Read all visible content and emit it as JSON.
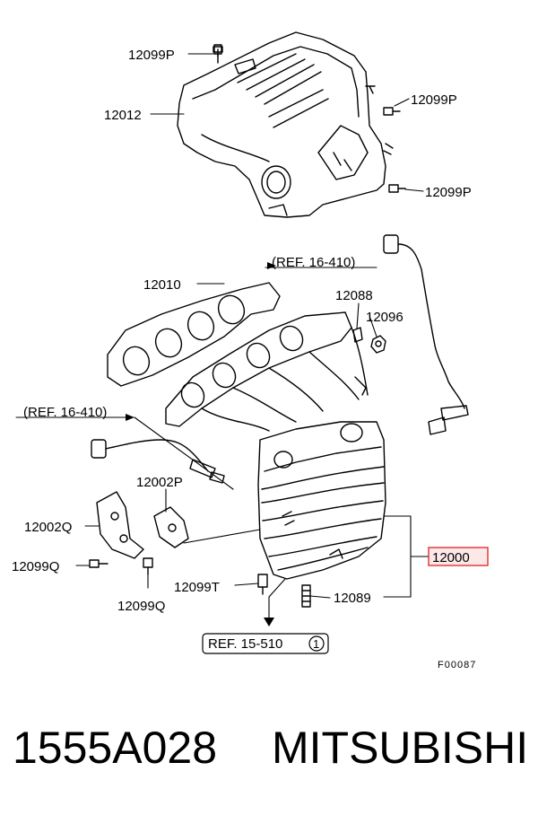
{
  "callouts": {
    "c12099p_a": "12099P",
    "c12012": "12012",
    "c12099p_b": "12099P",
    "c12099p_c": "12099P",
    "ref_top": "(REF. 16-410)",
    "c12010": "12010",
    "c12088": "12088",
    "c12096": "12096",
    "ref_left": "(REF. 16-410)",
    "c12002p": "12002P",
    "c12002q": "12002Q",
    "c12099q_a": "12099Q",
    "c12099q_b": "12099Q",
    "c12099t": "12099T",
    "c12089": "12089",
    "c12000": "12000",
    "ref_bottom": "REF. 15-510",
    "ref_bottom_num": "1",
    "figure_code": "F00087"
  },
  "highlight_color": "#e03030",
  "footer": {
    "part_number": "1555A028",
    "brand": "MITSUBISHI"
  }
}
